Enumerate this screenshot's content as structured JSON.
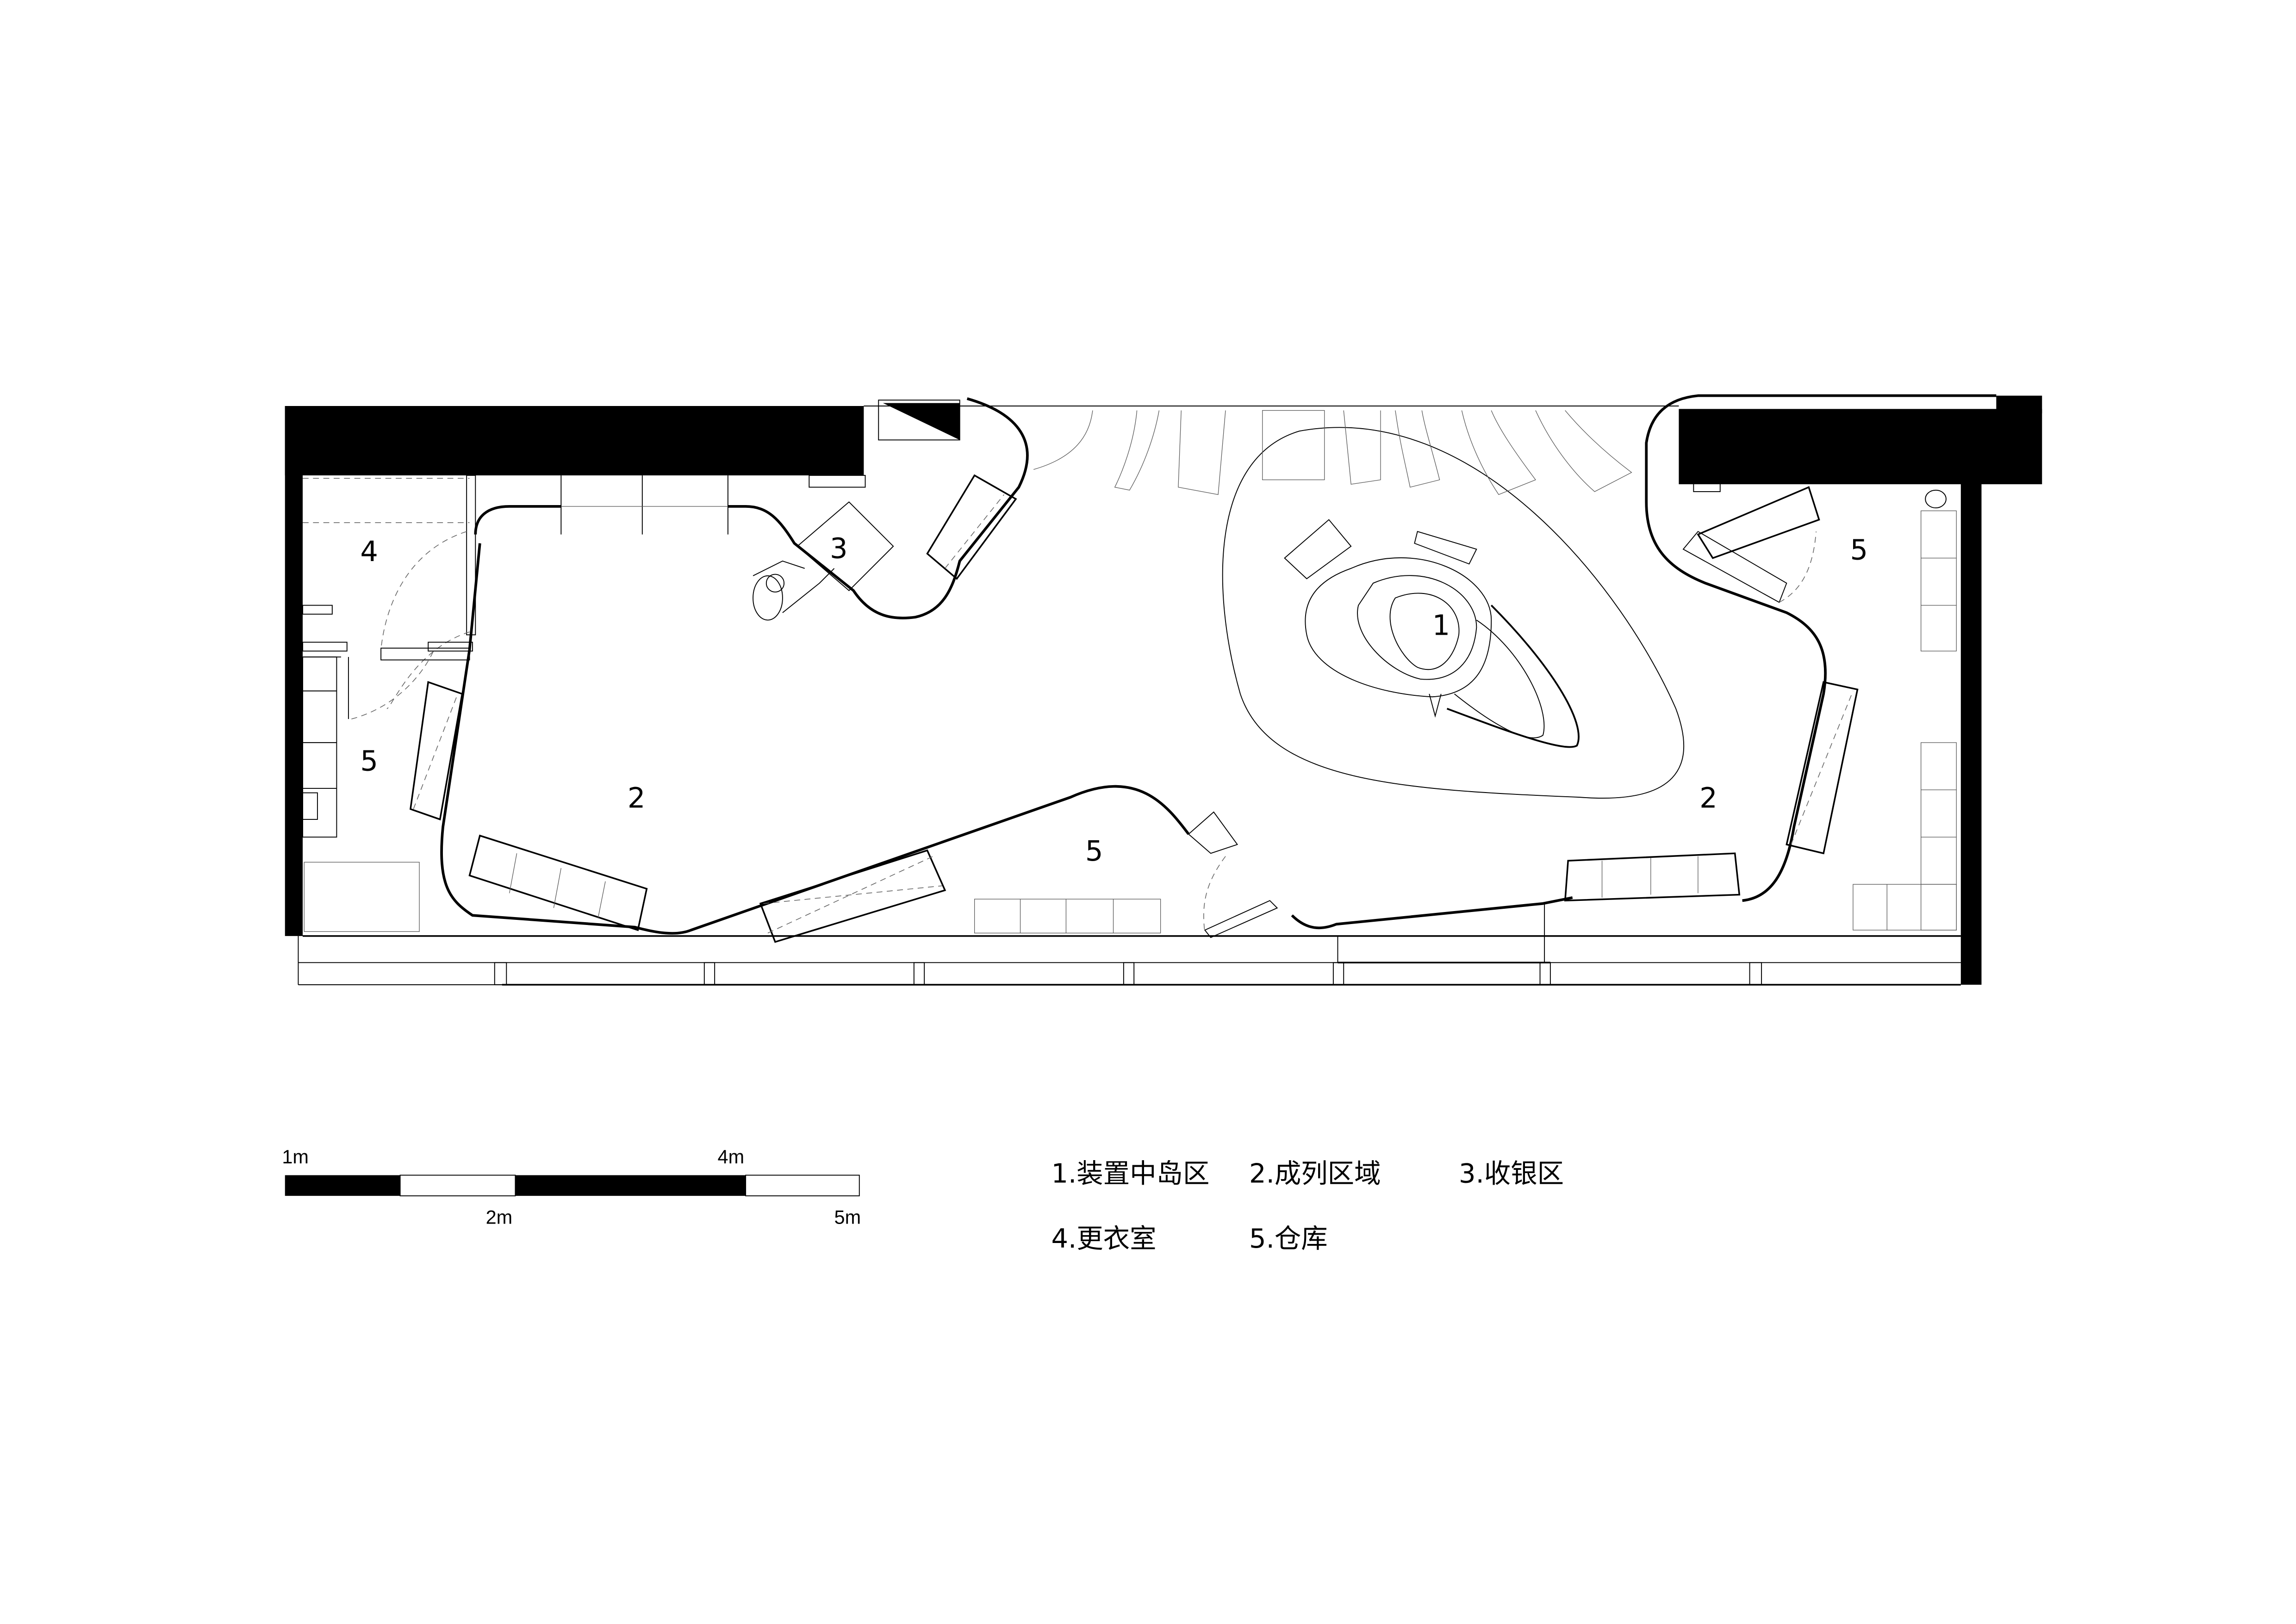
{
  "zones": [
    {
      "id": "1",
      "label": "1"
    },
    {
      "id": "2a",
      "label": "2"
    },
    {
      "id": "2b",
      "label": "2"
    },
    {
      "id": "3",
      "label": "3"
    },
    {
      "id": "4",
      "label": "4"
    },
    {
      "id": "5a",
      "label": "5"
    },
    {
      "id": "5b",
      "label": "5"
    },
    {
      "id": "5c",
      "label": "5"
    }
  ],
  "scale_bar": {
    "labels_top": [
      "1m",
      "4m"
    ],
    "labels_bottom": [
      "2m",
      "5m"
    ],
    "segments": [
      "black",
      "white",
      "black",
      "white"
    ]
  },
  "legend": {
    "items": [
      {
        "num": "1.",
        "text": "装置中岛区",
        "full": "1.装置中岛区"
      },
      {
        "num": "2.",
        "text": "成列区域",
        "full": "2.成列区域"
      },
      {
        "num": "3.",
        "text": "收银区",
        "full": "3.收银区"
      },
      {
        "num": "4.",
        "text": "更衣室",
        "full": "4.更衣室"
      },
      {
        "num": "5.",
        "text": "仓库",
        "full": "5.仓库"
      }
    ]
  },
  "colors": {
    "ink": "#000000",
    "background": "#ffffff",
    "hairline": "#555555"
  }
}
